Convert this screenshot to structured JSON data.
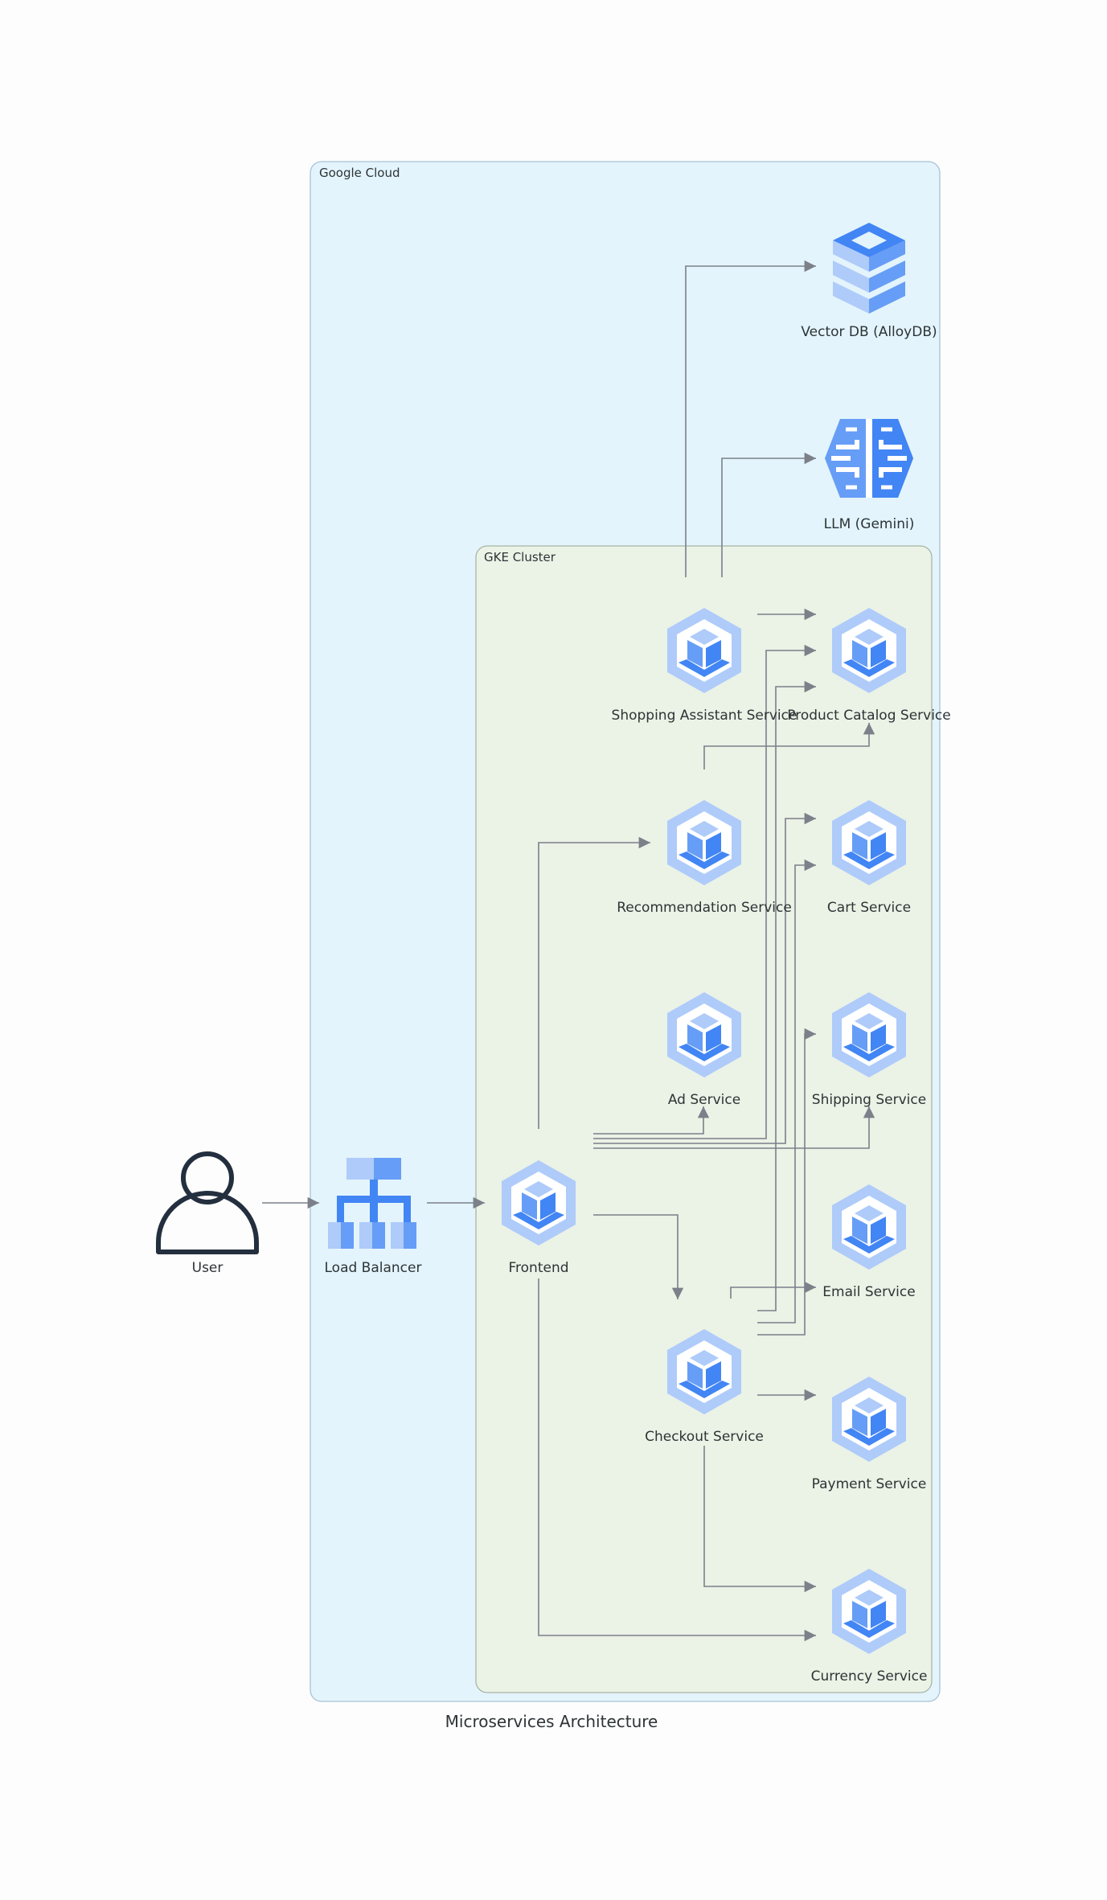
{
  "diagram": {
    "title": "Microservices Architecture",
    "clusters": {
      "cloud": {
        "label": "Google Cloud"
      },
      "gke": {
        "label": "GKE Cluster"
      }
    },
    "nodes": {
      "user": {
        "label": "User",
        "icon": "user-icon"
      },
      "lb": {
        "label": "Load Balancer",
        "icon": "load-balancer-icon"
      },
      "frontend": {
        "label": "Frontend",
        "icon": "gke-service-icon"
      },
      "vectordb": {
        "label": "Vector DB (AlloyDB)",
        "icon": "alloydb-icon"
      },
      "llm": {
        "label": "LLM (Gemini)",
        "icon": "gemini-brain-icon"
      },
      "shopping": {
        "label": "Shopping Assistant Service",
        "icon": "gke-service-icon"
      },
      "catalog": {
        "label": "Product Catalog Service",
        "icon": "gke-service-icon"
      },
      "recommend": {
        "label": "Recommendation Service",
        "icon": "gke-service-icon"
      },
      "cart": {
        "label": "Cart Service",
        "icon": "gke-service-icon"
      },
      "ad": {
        "label": "Ad Service",
        "icon": "gke-service-icon"
      },
      "shipping": {
        "label": "Shipping Service",
        "icon": "gke-service-icon"
      },
      "email": {
        "label": "Email Service",
        "icon": "gke-service-icon"
      },
      "checkout": {
        "label": "Checkout Service",
        "icon": "gke-service-icon"
      },
      "payment": {
        "label": "Payment Service",
        "icon": "gke-service-icon"
      },
      "currency": {
        "label": "Currency Service",
        "icon": "gke-service-icon"
      }
    },
    "edges": [
      {
        "from": "user",
        "to": "lb"
      },
      {
        "from": "lb",
        "to": "frontend"
      },
      {
        "from": "frontend",
        "to": "recommend"
      },
      {
        "from": "frontend",
        "to": "ad"
      },
      {
        "from": "frontend",
        "to": "catalog"
      },
      {
        "from": "frontend",
        "to": "cart"
      },
      {
        "from": "frontend",
        "to": "shipping"
      },
      {
        "from": "frontend",
        "to": "checkout"
      },
      {
        "from": "frontend",
        "to": "currency"
      },
      {
        "from": "shopping",
        "to": "vectordb"
      },
      {
        "from": "shopping",
        "to": "llm"
      },
      {
        "from": "shopping",
        "to": "catalog"
      },
      {
        "from": "recommend",
        "to": "catalog"
      },
      {
        "from": "checkout",
        "to": "email"
      },
      {
        "from": "checkout",
        "to": "catalog"
      },
      {
        "from": "checkout",
        "to": "cart"
      },
      {
        "from": "checkout",
        "to": "shipping"
      },
      {
        "from": "checkout",
        "to": "payment"
      },
      {
        "from": "checkout",
        "to": "currency"
      }
    ],
    "colors": {
      "cloud_fill": "#e3f4fc",
      "cloud_stroke": "#a9c2d6",
      "gke_fill": "#ebf2e6",
      "gke_stroke": "#a9b5a6",
      "icon_light": "#aecbfa",
      "icon_mid": "#669df6",
      "icon_dark": "#4285f4",
      "user_stroke": "#232f3e",
      "edge": "#7b8089"
    }
  }
}
